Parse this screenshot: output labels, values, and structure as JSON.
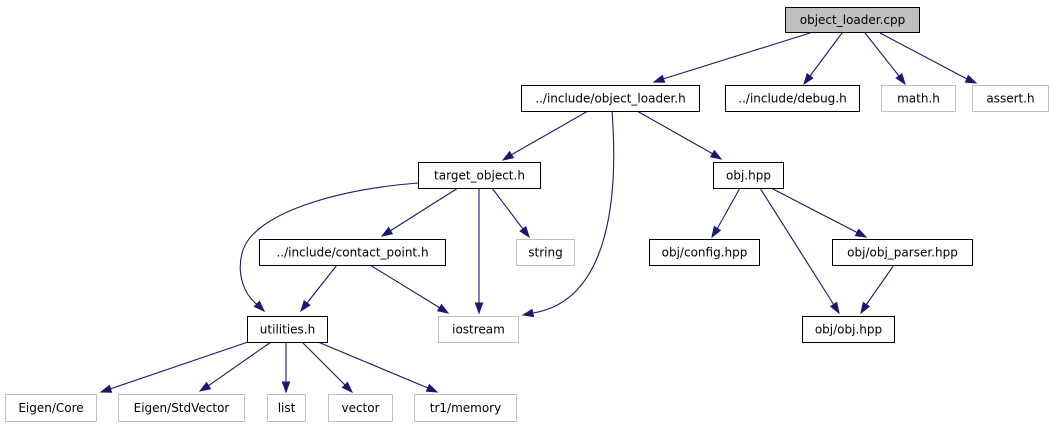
{
  "diagram": {
    "type": "include-dependency-graph",
    "colors": {
      "edge": "#191970",
      "root_fill": "#bfbfbf",
      "internal_border": "#000000",
      "external_border": "#bfbfbf",
      "background": "#ffffff"
    },
    "nodes": [
      {
        "id": "object_loader_cpp",
        "label": "object_loader.cpp",
        "kind": "root"
      },
      {
        "id": "include_object_loader_h",
        "label": "../include/object_loader.h",
        "kind": "internal"
      },
      {
        "id": "include_debug_h",
        "label": "../include/debug.h",
        "kind": "internal"
      },
      {
        "id": "math_h",
        "label": "math.h",
        "kind": "external"
      },
      {
        "id": "assert_h",
        "label": "assert.h",
        "kind": "external"
      },
      {
        "id": "target_object_h",
        "label": "target_object.h",
        "kind": "internal"
      },
      {
        "id": "obj_hpp",
        "label": "obj.hpp",
        "kind": "internal"
      },
      {
        "id": "contact_point_h",
        "label": "../include/contact_point.h",
        "kind": "internal"
      },
      {
        "id": "string",
        "label": "string",
        "kind": "external"
      },
      {
        "id": "obj_config_hpp",
        "label": "obj/config.hpp",
        "kind": "internal"
      },
      {
        "id": "obj_parser_hpp",
        "label": "obj/obj_parser.hpp",
        "kind": "internal"
      },
      {
        "id": "utilities_h",
        "label": "utilities.h",
        "kind": "internal"
      },
      {
        "id": "iostream",
        "label": "iostream",
        "kind": "external"
      },
      {
        "id": "obj_obj_hpp",
        "label": "obj/obj.hpp",
        "kind": "internal"
      },
      {
        "id": "eigen_core",
        "label": "Eigen/Core",
        "kind": "external"
      },
      {
        "id": "eigen_stdvector",
        "label": "Eigen/StdVector",
        "kind": "external"
      },
      {
        "id": "list",
        "label": "list",
        "kind": "external"
      },
      {
        "id": "vector",
        "label": "vector",
        "kind": "external"
      },
      {
        "id": "tr1_memory",
        "label": "tr1/memory",
        "kind": "external"
      }
    ],
    "edges": [
      {
        "from": "object_loader_cpp",
        "to": "include_object_loader_h"
      },
      {
        "from": "object_loader_cpp",
        "to": "include_debug_h"
      },
      {
        "from": "object_loader_cpp",
        "to": "math_h"
      },
      {
        "from": "object_loader_cpp",
        "to": "assert_h"
      },
      {
        "from": "include_object_loader_h",
        "to": "target_object_h"
      },
      {
        "from": "include_object_loader_h",
        "to": "iostream"
      },
      {
        "from": "include_object_loader_h",
        "to": "obj_hpp"
      },
      {
        "from": "target_object_h",
        "to": "utilities_h"
      },
      {
        "from": "target_object_h",
        "to": "contact_point_h"
      },
      {
        "from": "target_object_h",
        "to": "iostream"
      },
      {
        "from": "target_object_h",
        "to": "string"
      },
      {
        "from": "contact_point_h",
        "to": "utilities_h"
      },
      {
        "from": "contact_point_h",
        "to": "iostream"
      },
      {
        "from": "obj_hpp",
        "to": "obj_config_hpp"
      },
      {
        "from": "obj_hpp",
        "to": "obj_obj_hpp"
      },
      {
        "from": "obj_hpp",
        "to": "obj_parser_hpp"
      },
      {
        "from": "obj_parser_hpp",
        "to": "obj_obj_hpp"
      },
      {
        "from": "utilities_h",
        "to": "eigen_core"
      },
      {
        "from": "utilities_h",
        "to": "eigen_stdvector"
      },
      {
        "from": "utilities_h",
        "to": "list"
      },
      {
        "from": "utilities_h",
        "to": "vector"
      },
      {
        "from": "utilities_h",
        "to": "tr1_memory"
      }
    ]
  }
}
